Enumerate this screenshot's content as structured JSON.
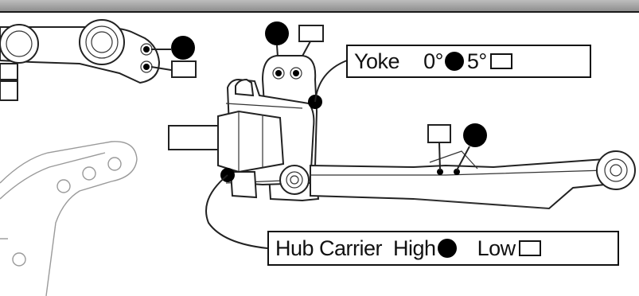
{
  "yoke": {
    "label": "Yoke",
    "option_a": "0°",
    "option_b": "5°"
  },
  "hub_carrier": {
    "label": "Hub Carrier",
    "option_a": "High",
    "option_b": "Low"
  }
}
